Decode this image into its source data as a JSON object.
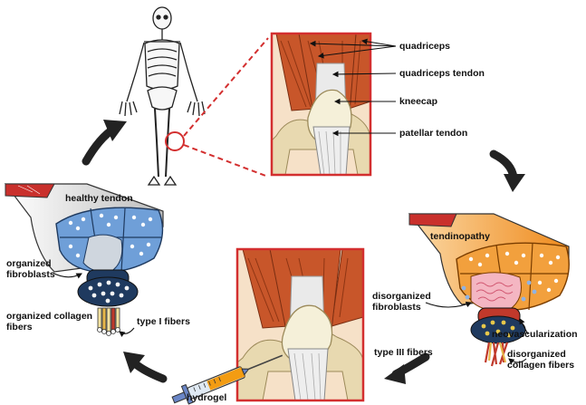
{
  "labels": {
    "quadriceps": "quadriceps",
    "quadriceps_tendon": "quadriceps tendon",
    "kneecap": "kneecap",
    "patellar_tendon": "patellar tendon",
    "healthy_tendon": "healthy tendon",
    "organized_fibroblasts": "organized fibroblasts",
    "organized_collagen_fibers": "organized collagen fibers",
    "type_i_fibers": "type I fibers",
    "tendinopathy": "tendinopathy",
    "disorganized_fibroblasts": "disorganized fibroblasts",
    "neovascularization": "neovascularization",
    "type_iii_fibers": "type III fibers",
    "disorganized_collagen_fibers": "disorganized collagen fibers",
    "hydrogel": "hydrogel"
  },
  "colors": {
    "frame_red": "#d32f2f",
    "muscle": "#c8562a",
    "bone": "#e8d9b0",
    "tendon_gray": "#d9d9d9",
    "healthy_blue": "#6f9fd8",
    "tendinopathy_orange": "#f2a03d",
    "fibroblast_pink": "#f4b6c2",
    "collagen_navy": "#1f3a5f",
    "vessel_red": "#c0392b",
    "syringe_orange": "#f39c12"
  }
}
